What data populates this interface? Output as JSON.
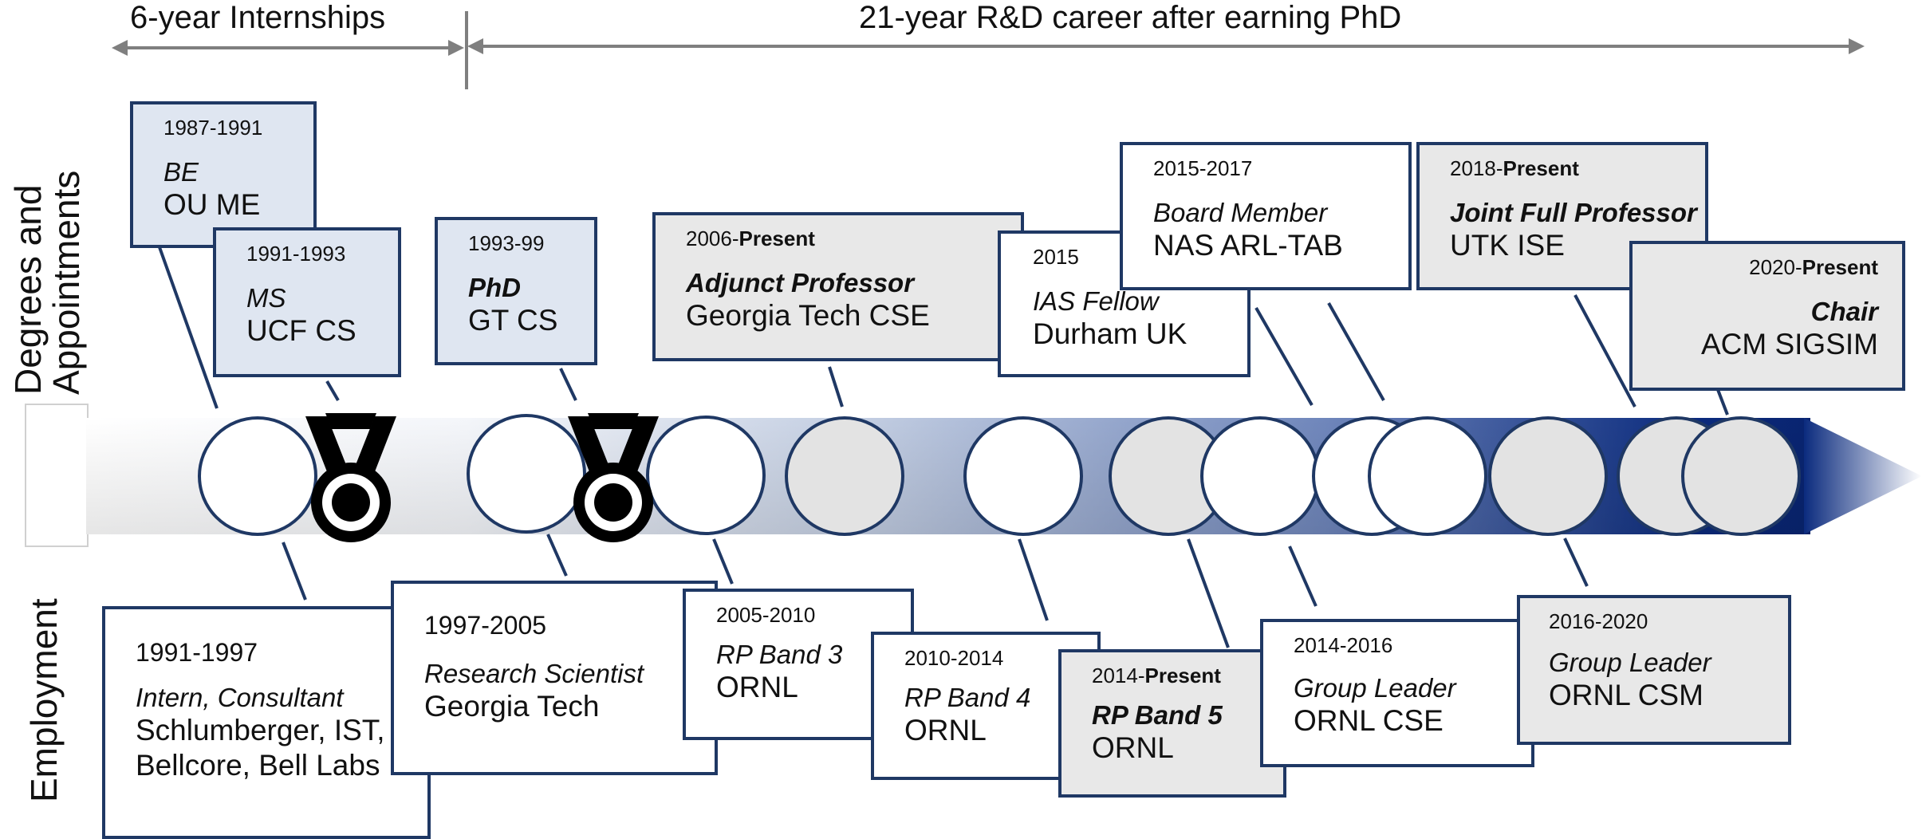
{
  "header": {
    "left_label": "6-year Internships",
    "right_label": "21-year R&D career after earning PhD"
  },
  "side_labels": {
    "degrees_line1": "Degrees and",
    "degrees_line2": "Appointments",
    "employment": "Employment"
  },
  "colors": {
    "border": "#1f3864",
    "arrow_dark": "#0a2a7a",
    "box_blue": "#dfe6f1",
    "box_grey": "#e8e8e8",
    "circle_grey": "#e3e3e3"
  },
  "icons": [
    "medal-icon",
    "medal-icon"
  ],
  "degrees": [
    {
      "years": "1987-1991",
      "years_bold": "",
      "role": "BE",
      "org": "OU ME"
    },
    {
      "years": "1991-1993",
      "years_bold": "",
      "role": "MS",
      "org": "UCF CS"
    },
    {
      "years": "1993-99",
      "years_bold": "",
      "role": "PhD",
      "org": "GT CS"
    },
    {
      "years": "2006-",
      "years_bold": "Present",
      "role": "Adjunct Professor",
      "org": "Georgia Tech CSE"
    },
    {
      "years": "2015",
      "years_bold": "",
      "role": "IAS Fellow",
      "org": "Durham UK"
    },
    {
      "years": "2015-2017",
      "years_bold": "",
      "role": "Board Member",
      "org": "NAS ARL-TAB"
    },
    {
      "years": "2018-",
      "years_bold": "Present",
      "role": "Joint Full Professor",
      "org": "UTK ISE"
    },
    {
      "years": "2020-",
      "years_bold": "Present",
      "role": "Chair",
      "org": "ACM SIGSIM"
    }
  ],
  "employment": [
    {
      "years": "1991-1997",
      "years_bold": "",
      "role": "Intern, Consultant",
      "org_line1": "Schlumberger, IST,",
      "org_line2": "Bellcore, Bell Labs"
    },
    {
      "years": "1997-2005",
      "years_bold": "",
      "role": "Research Scientist",
      "org": "Georgia Tech"
    },
    {
      "years": "2005-2010",
      "years_bold": "",
      "role": "RP Band 3",
      "org": "ORNL"
    },
    {
      "years": "2010-2014",
      "years_bold": "",
      "role": "RP Band 4",
      "org": "ORNL"
    },
    {
      "years": "2014-",
      "years_bold": "Present",
      "role": "RP Band 5",
      "org": "ORNL"
    },
    {
      "years": "2014-2016",
      "years_bold": "",
      "role": "Group Leader",
      "org": "ORNL CSE"
    },
    {
      "years": "2016-2020",
      "years_bold": "",
      "role": "Group Leader",
      "org": "ORNL CSM"
    }
  ]
}
